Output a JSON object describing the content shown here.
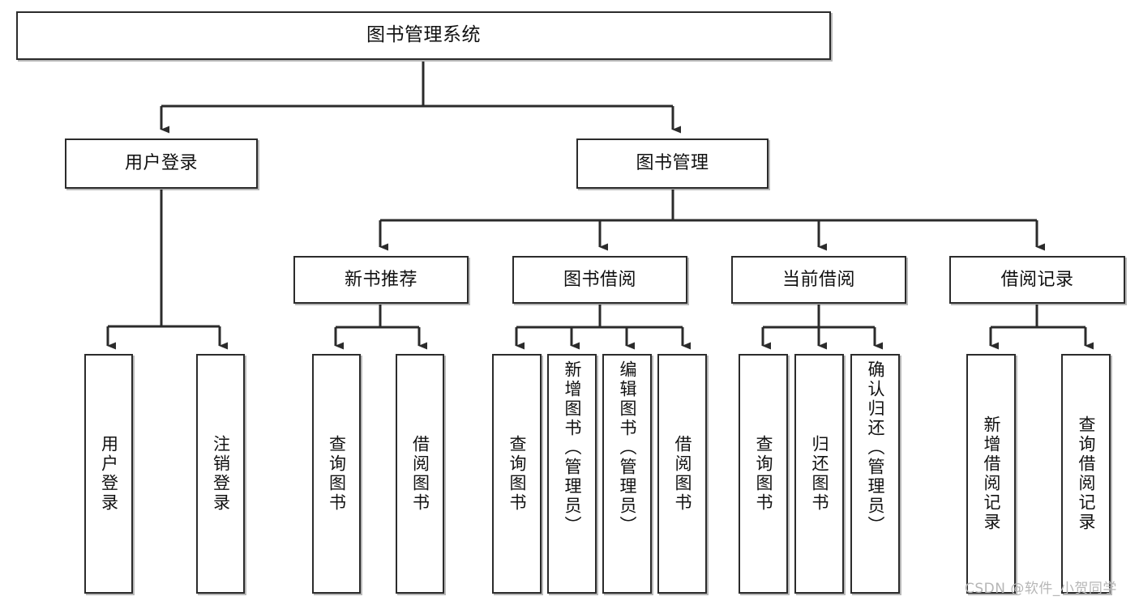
{
  "diagram": {
    "title": "图书管理系统",
    "type": "tree-hierarchy-chart",
    "theme": {
      "background": "#ffffff",
      "box_border": "#2b2b2b",
      "box_fill": "#ffffff",
      "text": "#111111",
      "connector": "#2b2b2b",
      "watermark": "#b6b6b6"
    },
    "root": {
      "label": "图书管理系统"
    },
    "level2": [
      {
        "label": "用户登录"
      },
      {
        "label": "图书管理"
      }
    ],
    "level3": [
      {
        "label": "新书推荐"
      },
      {
        "label": "图书借阅"
      },
      {
        "label": "当前借阅"
      },
      {
        "label": "借阅记录"
      }
    ],
    "leaves": {
      "user_login": [
        {
          "label": "用户登录"
        },
        {
          "label": "注销登录"
        }
      ],
      "new_book_recommend": [
        {
          "label": "查询图书"
        },
        {
          "label": "借阅图书"
        }
      ],
      "book_borrow": [
        {
          "label": "查询图书"
        },
        {
          "label": "新增图书（管理员）"
        },
        {
          "label": "编辑图书（管理员）"
        },
        {
          "label": "借阅图书"
        }
      ],
      "current_borrow": [
        {
          "label": "查询图书"
        },
        {
          "label": "归还图书"
        },
        {
          "label": "确认归还（管理员）"
        }
      ],
      "borrow_records": [
        {
          "label": "新增借阅记录"
        },
        {
          "label": "查询借阅记录"
        }
      ]
    },
    "watermark": "CSDN @软件_小贺同学"
  }
}
